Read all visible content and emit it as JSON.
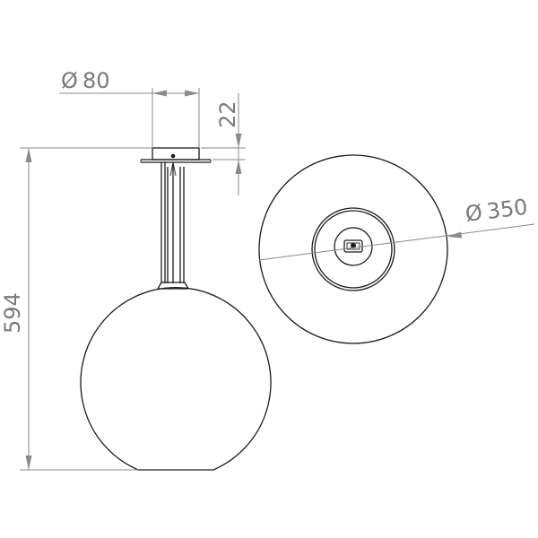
{
  "drawing": {
    "dimensions": {
      "canopy_diameter": {
        "symbol": "Ø",
        "value": "80"
      },
      "canopy_height": {
        "value": "22"
      },
      "overall_height": {
        "value": "594"
      },
      "globe_diameter": {
        "symbol": "Ø",
        "value": "350"
      }
    }
  }
}
